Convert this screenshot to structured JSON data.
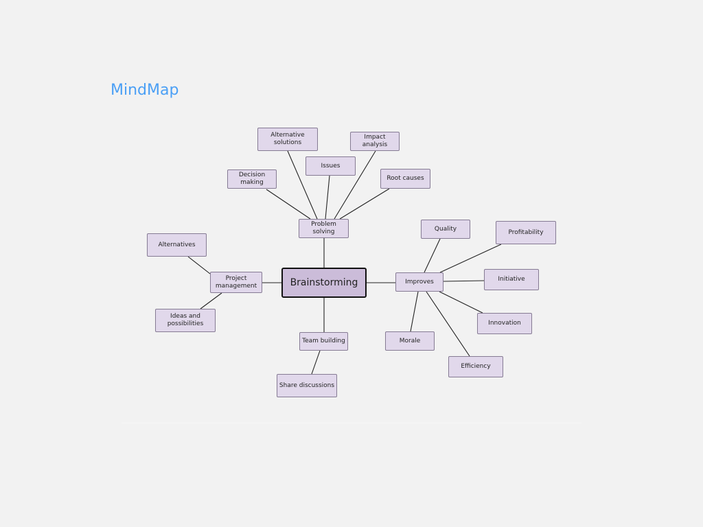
{
  "title": "MindMap",
  "mindmap": {
    "root": "Brainstorming",
    "nodes": {
      "problem_solving": "Problem solving",
      "alternative_solutions": "Alternative solutions",
      "impact_analysis": "Impact analysis",
      "issues": "Issues",
      "decision_making": "Decision making",
      "root_causes": "Root causes",
      "project_management": "Project management",
      "alternatives": "Alternatives",
      "ideas_and_possibilities": "Ideas and possibilities",
      "team_building": "Team building",
      "share_discussions": "Share discussions",
      "improves": "Improves",
      "quality": "Quality",
      "profitability": "Profitability",
      "initiative": "Initiative",
      "innovation": "Innovation",
      "efficiency": "Efficiency",
      "morale": "Morale"
    },
    "edges": [
      [
        "root",
        "problem_solving"
      ],
      [
        "problem_solving",
        "decision_making"
      ],
      [
        "problem_solving",
        "alternative_solutions"
      ],
      [
        "problem_solving",
        "issues"
      ],
      [
        "problem_solving",
        "impact_analysis"
      ],
      [
        "problem_solving",
        "root_causes"
      ],
      [
        "root",
        "project_management"
      ],
      [
        "project_management",
        "alternatives"
      ],
      [
        "project_management",
        "ideas_and_possibilities"
      ],
      [
        "root",
        "team_building"
      ],
      [
        "team_building",
        "share_discussions"
      ],
      [
        "root",
        "improves"
      ],
      [
        "improves",
        "quality"
      ],
      [
        "improves",
        "profitability"
      ],
      [
        "improves",
        "initiative"
      ],
      [
        "improves",
        "innovation"
      ],
      [
        "improves",
        "efficiency"
      ],
      [
        "improves",
        "morale"
      ]
    ]
  }
}
